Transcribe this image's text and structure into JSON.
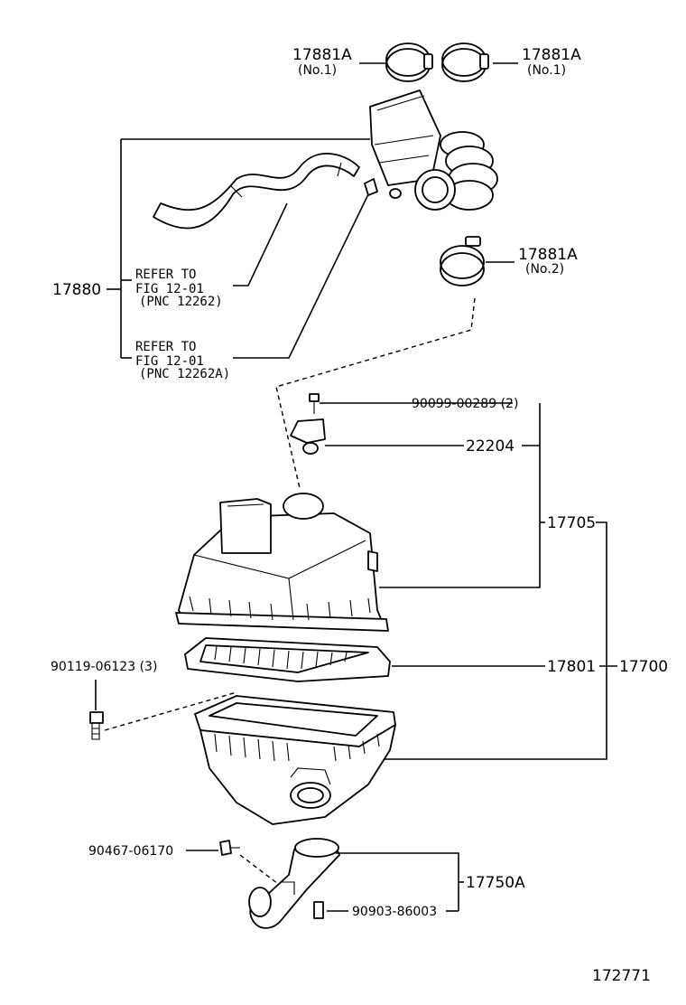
{
  "labels": {
    "clamp_top_left": "17881A",
    "clamp_top_left_sub": "(No.1)",
    "clamp_top_right": "17881A",
    "clamp_top_right_sub": "(No.1)",
    "clamp_mid": "17881A",
    "clamp_mid_sub": "(No.2)",
    "hose_assy": "17880",
    "bolt_sensor": "90099-00289 (2)",
    "sensor": "22204",
    "cap_sub": "17705",
    "element": "17801",
    "cleaner_assy": "17700",
    "bolt_case": "90119-06123 (3)",
    "bolt_inlet": "90467-06170",
    "inlet": "17750A",
    "clip": "90903-86003",
    "figure_number": "172771"
  },
  "refs": [
    {
      "line1": "REFER TO",
      "line2": "FIG 12-01",
      "line3": "(PNC 12262)"
    },
    {
      "line1": "REFER TO",
      "line2": "FIG 12-01",
      "line3": "(PNC 12262A)"
    }
  ]
}
